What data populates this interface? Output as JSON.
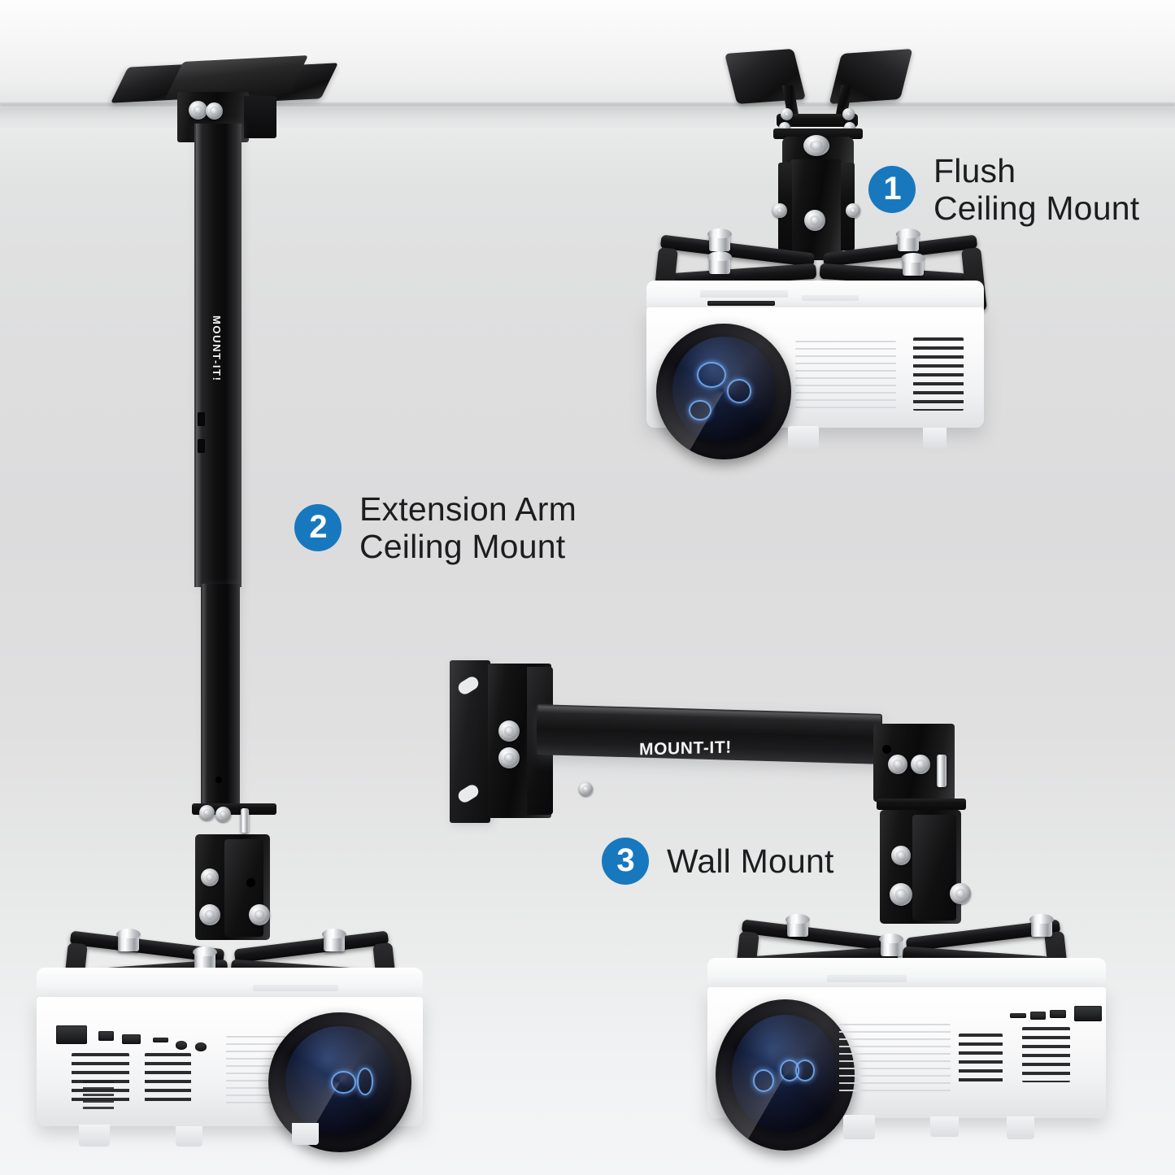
{
  "image": {
    "type": "product-infographic",
    "subject": "Projector mount configurations",
    "background_color": "#dedede",
    "accent_color": "#1878be",
    "text_color": "#1d1d1f"
  },
  "callouts": [
    {
      "number": "1",
      "label": "Flush\nCeiling Mount"
    },
    {
      "number": "2",
      "label": "Extension Arm\nCeiling Mount"
    },
    {
      "number": "3",
      "label": "Wall Mount"
    }
  ],
  "branding": {
    "pole_text": "MOUNT-IT!",
    "arm_text": "MOUNT-IT!"
  }
}
